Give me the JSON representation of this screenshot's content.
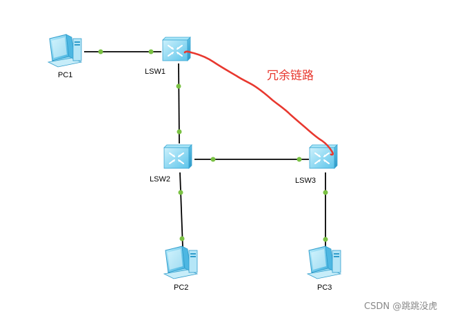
{
  "devices": {
    "pc1": "PC1",
    "pc2": "PC2",
    "pc3": "PC3",
    "lsw1": "LSW1",
    "lsw2": "LSW2",
    "lsw3": "LSW3"
  },
  "annotation": "冗余链路",
  "watermark": "CSDN @跳跳没虎",
  "colors": {
    "link": "#000000",
    "port_dot": "#7ac143",
    "redundant_link": "#e8382f",
    "switch_face": "#8fdcf4",
    "switch_side": "#4fb8e0",
    "pc_body": "#7fd3f2"
  }
}
